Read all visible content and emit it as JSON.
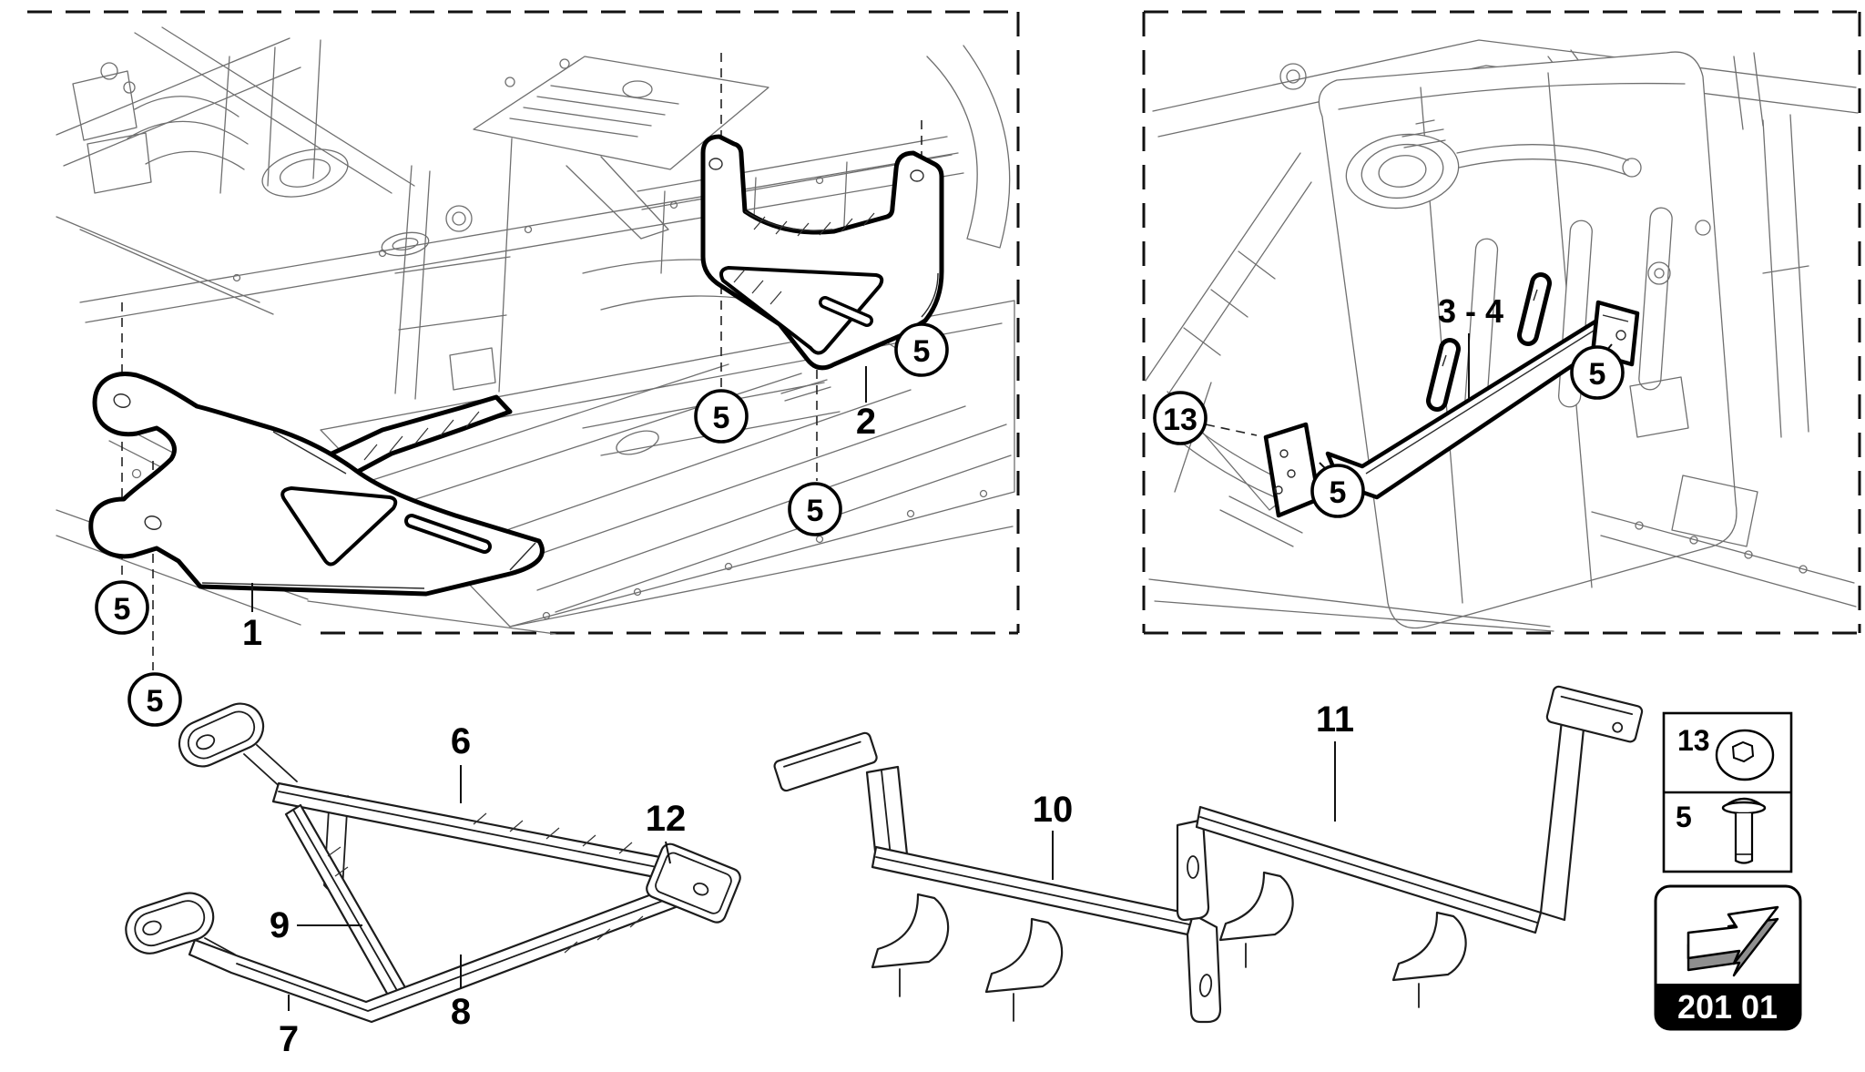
{
  "colors": {
    "background": "#ffffff",
    "drawing_line": "#000000",
    "context_line": "#6f6f6f",
    "tab_bg": "#000000",
    "tab_text": "#ffffff"
  },
  "callouts": [
    {
      "id": "callout-5-part1-upper",
      "ref": "5"
    },
    {
      "id": "callout-5-part1-lower",
      "ref": "5"
    },
    {
      "id": "callout-5-part2-left",
      "ref": "5"
    },
    {
      "id": "callout-5-part2-bottom",
      "ref": "5"
    },
    {
      "id": "callout-5-part2-right",
      "ref": "5"
    },
    {
      "id": "callout-13-tank",
      "ref": "13"
    },
    {
      "id": "callout-5-tank-left",
      "ref": "5"
    },
    {
      "id": "callout-5-tank-right",
      "ref": "5"
    }
  ],
  "part_labels": [
    {
      "id": "1",
      "text": "1"
    },
    {
      "id": "2",
      "text": "2"
    },
    {
      "id": "3-4",
      "text": "3 - 4"
    },
    {
      "id": "6",
      "text": "6"
    },
    {
      "id": "7",
      "text": "7"
    },
    {
      "id": "8",
      "text": "8"
    },
    {
      "id": "9",
      "text": "9"
    },
    {
      "id": "10",
      "text": "10"
    },
    {
      "id": "11",
      "text": "11"
    },
    {
      "id": "12",
      "text": "12"
    }
  ],
  "legend": {
    "rows": [
      {
        "ref": "13",
        "icon": "washer-icon"
      },
      {
        "ref": "5",
        "icon": "bolt-icon"
      }
    ]
  },
  "nav": {
    "code": "201 01",
    "icon": "table-arrow-icon"
  }
}
